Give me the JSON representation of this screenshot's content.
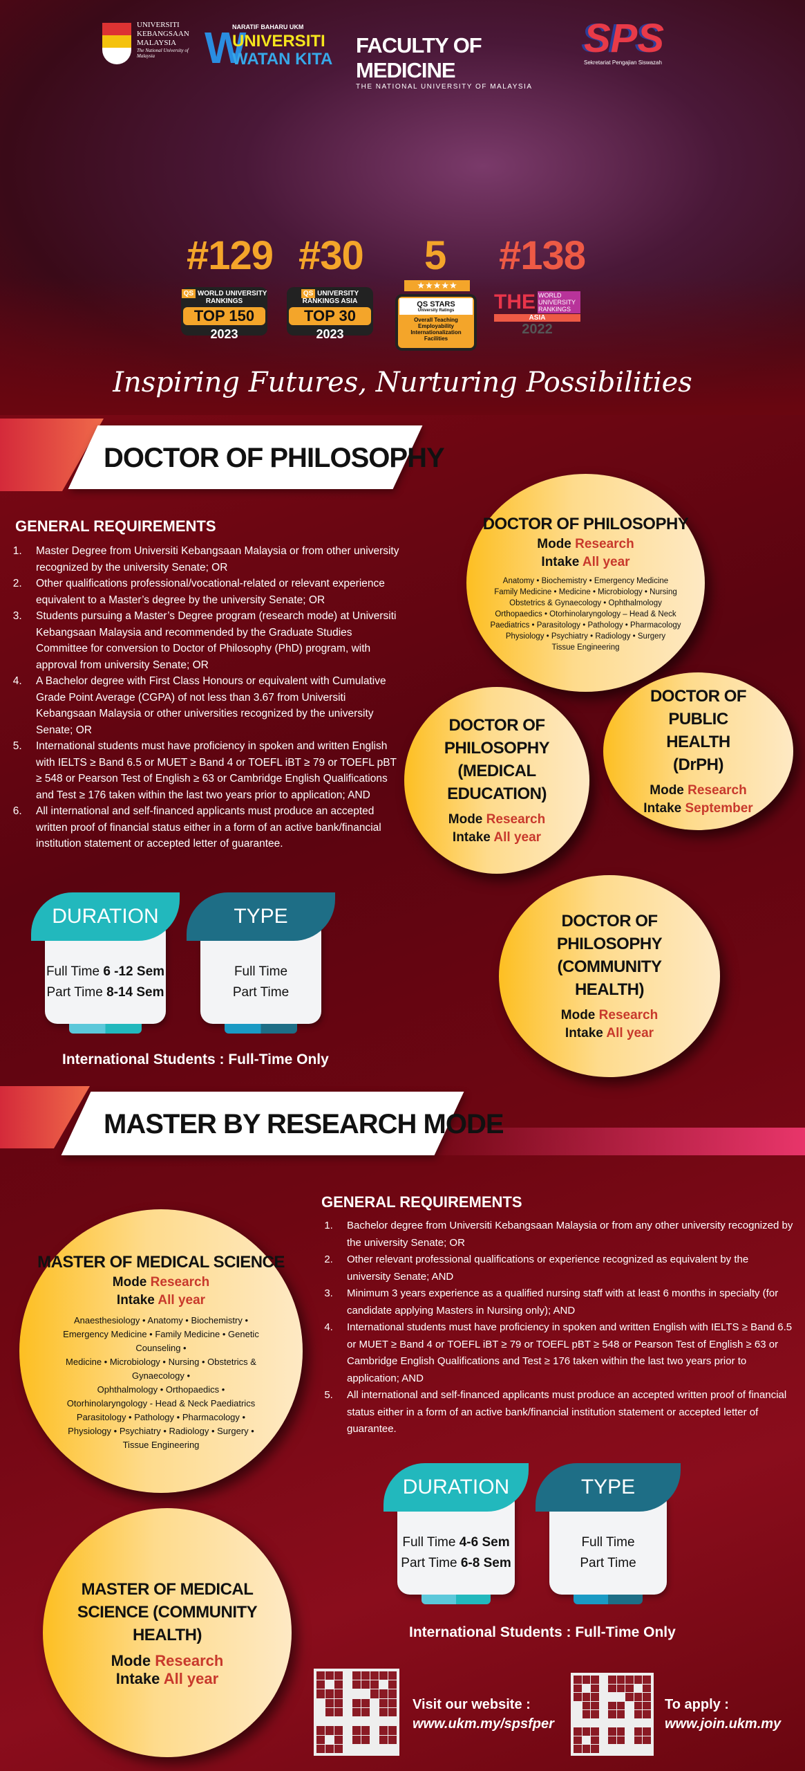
{
  "header": {
    "logos": {
      "ukm": {
        "line1": "UNIVERSITI",
        "line2": "KEBANGSAAN",
        "line3": "MALAYSIA",
        "tagline": "The National University of Malaysia"
      },
      "watan": {
        "top": "NARATIF BAHARU UKM",
        "line1": "UNIVERSITI",
        "line2": "WATAN KITA"
      },
      "faculty": {
        "title": "FACULTY OF MEDICINE",
        "subtitle": "THE NATIONAL UNIVERSITY OF MALAYSIA"
      },
      "sps": {
        "mark": "SPS",
        "subtitle": "Sekretariat Pengajian Siswazah"
      }
    }
  },
  "rankings": [
    {
      "number": "#129",
      "badge_lines": [
        "QS",
        "WORLD UNIVERSITY RANKINGS"
      ],
      "label": "TOP 150",
      "year": "2023",
      "color": "#f4a52a"
    },
    {
      "number": "#30",
      "badge_lines": [
        "QS",
        "UNIVERSITY RANKINGS ASIA"
      ],
      "label": "TOP 30",
      "year": "2023",
      "color": "#f4a52a"
    },
    {
      "number": "5",
      "stars": 5,
      "badge_lines": [
        "QS STARS",
        "University Ratings"
      ],
      "label": "Overall Teaching Employability Internationalization Facilities",
      "color": "#f4a52a"
    },
    {
      "number": "#138",
      "badge_lines": [
        "THE",
        "WORLD UNIVERSITY RANKINGS",
        "ASIA"
      ],
      "year": "2022",
      "color": "#ee5a45"
    }
  ],
  "tagline": "Inspiring Futures, Nurturing Possibilities",
  "phd": {
    "banner": "DOCTOR OF PHILOSOPHY",
    "requirements_title": "GENERAL REQUIREMENTS",
    "requirements": [
      "Master Degree from Universiti Kebangsaan Malaysia or from other university recognized by the university Senate; OR",
      "Other qualifications professional/vocational-related or relevant experience equivalent to a Master’s degree by the university Senate; OR",
      "Students pursuing a Master’s Degree program (research mode) at Universiti Kebangsaan Malaysia and recommended by the Graduate Studies Committee for conversion to Doctor of Philosophy (PhD) program, with approval from university Senate; OR",
      "A Bachelor degree with First Class Honours or equivalent with Cumulative Grade Point Average (CGPA) of not less than 3.67 from Universiti Kebangsaan Malaysia or other universities recognized by the university Senate; OR",
      "International students must have proficiency in spoken and written English with IELTS ≥ Band 6.5 or MUET ≥ Band 4 or TOEFL iBT ≥ 79 or  TOEFL pBT ≥ 548 or Pearson Test of English ≥ 63 or Cambridge English Qualifications and Test ≥ 176 taken within the last two years prior to application; AND",
      "All international and self-financed applicants must produce an accepted written proof of financial status either in a form of an active bank/financial institution statement or accepted letter of guarantee."
    ],
    "programs": [
      {
        "title": "DOCTOR OF PHILOSOPHY",
        "mode_label": "Mode",
        "mode": "Research",
        "intake_label": "Intake",
        "intake": "All year",
        "fields": [
          "Anatomy • Biochemistry • Emergency Medicine",
          "Family Medicine • Medicine • Microbiology • Nursing",
          "Obstetrics & Gynaecology • Ophthalmology",
          "Orthopaedics • Otorhinolaryngology – Head & Neck",
          "Paediatrics • Parasitology • Pathology • Pharmacology",
          "Physiology • Psychiatry • Radiology • Surgery",
          "Tissue Engineering"
        ]
      },
      {
        "title": "DOCTOR OF PHILOSOPHY (MEDICAL EDUCATION)",
        "mode_label": "Mode",
        "mode": "Research",
        "intake_label": "Intake",
        "intake": "All year"
      },
      {
        "title": "DOCTOR OF PUBLIC HEALTH (DrPH)",
        "mode_label": "Mode",
        "mode": "Research",
        "intake_label": "Intake",
        "intake": "September"
      },
      {
        "title": "DOCTOR OF PHILOSOPHY (COMMUNITY HEALTH)",
        "mode_label": "Mode",
        "mode": "Research",
        "intake_label": "Intake",
        "intake": "All year"
      }
    ],
    "duration": {
      "title": "DURATION",
      "full_label": "Full Time",
      "full": "6 -12 Sem",
      "part_label": "Part Time",
      "part": "8-14 Sem"
    },
    "type": {
      "title": "TYPE",
      "options": [
        "Full Time",
        "Part Time"
      ]
    },
    "international_note": "International Students : Full-Time Only"
  },
  "master": {
    "banner": "MASTER BY RESEARCH MODE",
    "requirements_title": "GENERAL REQUIREMENTS",
    "requirements": [
      "Bachelor degree from Universiti Kebangsaan Malaysia or from any other university recognized by the university Senate; OR",
      "Other relevant professional qualifications or experience recognized as equivalent by the university Senate; AND",
      "Minimum 3 years experience as a qualified nursing staff with at least 6 months in specialty (for candidate applying Masters in Nursing only); AND",
      "International students must have proficiency in spoken and written English with IELTS ≥ Band 6.5 or MUET ≥ Band 4 or TOEFL iBT ≥ 79 or  TOEFL pBT ≥ 548 or Pearson Test of English ≥ 63 or Cambridge English Qualifications and Test ≥ 176 taken within the last two years prior to application; AND",
      "All international and self-financed applicants must produce an accepted written proof of financial status either in a form of an active bank/financial institution statement or accepted letter of guarantee."
    ],
    "programs": [
      {
        "title": "MASTER OF MEDICAL SCIENCE",
        "mode_label": "Mode",
        "mode": "Research",
        "intake_label": "Intake",
        "intake": "All year",
        "fields": [
          "Anaesthesiology •  Anatomy •  Biochemistry •",
          "Emergency Medicine • Family Medicine •  Genetic",
          "Counseling •",
          "Medicine • Microbiology • Nursing • Obstetrics &",
          "Gynaecology •",
          "Ophthalmology • Orthopaedics •",
          "Otorhinolaryngology - Head & Neck Paediatrics",
          "Parasitology • Pathology • Pharmacology •",
          "Physiology • Psychiatry • Radiology • Surgery •",
          "Tissue Engineering"
        ]
      },
      {
        "title": "MASTER OF MEDICAL SCIENCE (COMMUNITY HEALTH)",
        "mode_label": "Mode",
        "mode": "Research",
        "intake_label": "Intake",
        "intake": "All year"
      }
    ],
    "duration": {
      "title": "DURATION",
      "full_label": "Full Time",
      "full": "4-6 Sem",
      "part_label": "Part Time",
      "part": "6-8 Sem"
    },
    "type": {
      "title": "TYPE",
      "options": [
        "Full Time",
        "Part Time"
      ]
    },
    "international_note": "International Students : Full-Time Only"
  },
  "footer": {
    "website_label": "Visit our website :",
    "website_url": "www.ukm.my/spsfper",
    "apply_label": "To apply :",
    "apply_url": "www.join.ukm.my"
  },
  "colors": {
    "background": "#6a0610",
    "accent_gold": "#fdbf22",
    "accent_red": "#c8392c",
    "teal": "#22b8bd",
    "dark_teal": "#1e6e86"
  }
}
